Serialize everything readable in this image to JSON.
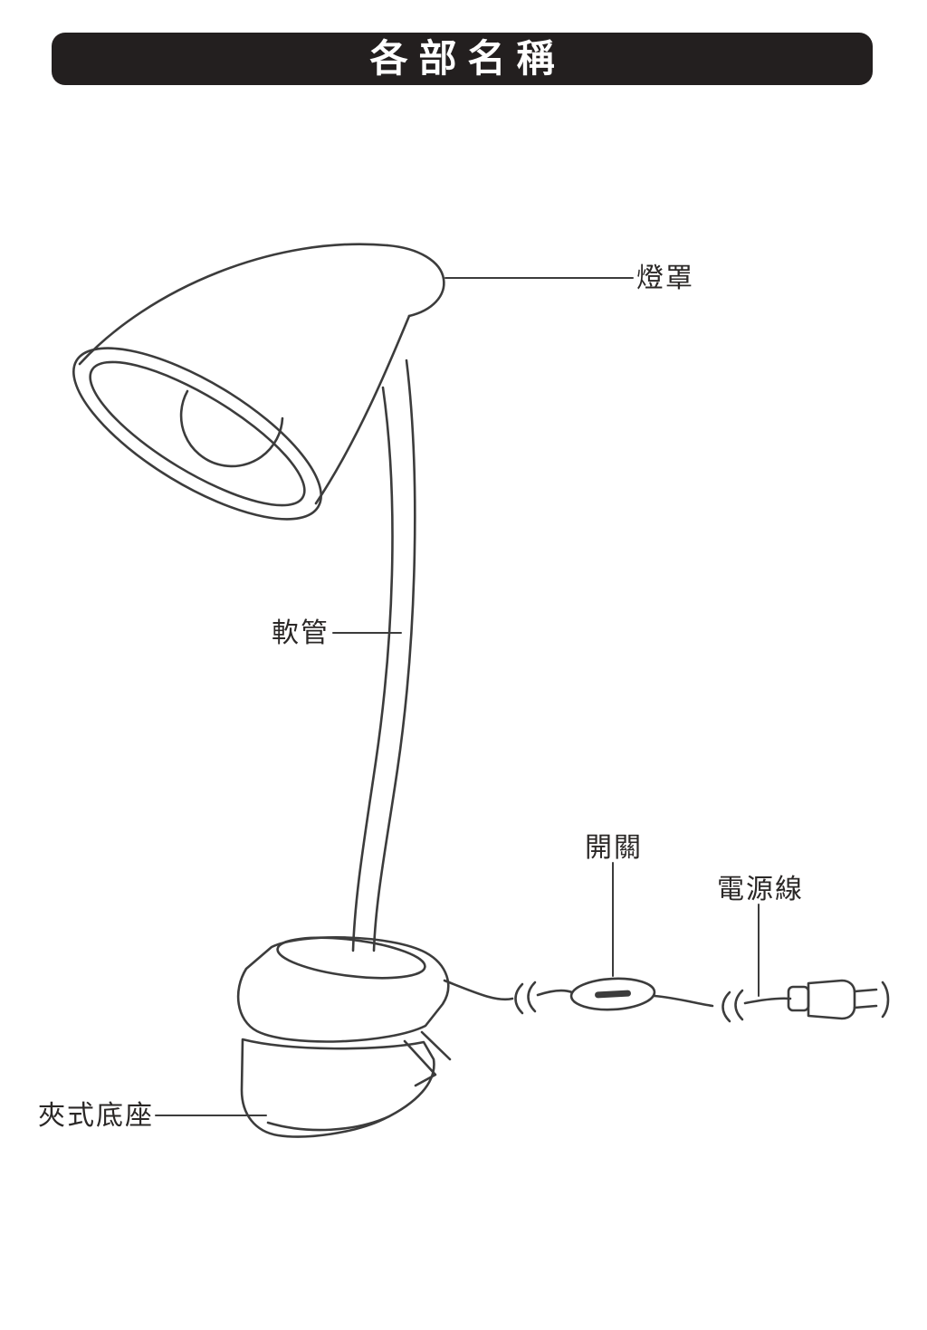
{
  "title": "各部名稱",
  "labels": {
    "lampshade": "燈罩",
    "flexible_tube": "軟管",
    "switch": "開關",
    "power_cord": "電源線",
    "clip_base": "夾式底座"
  },
  "colors": {
    "banner_bg": "#231f1f",
    "banner_text": "#ffffff",
    "line": "#3c3c3c",
    "label_text": "#2b2827",
    "bg": "#ffffff"
  }
}
